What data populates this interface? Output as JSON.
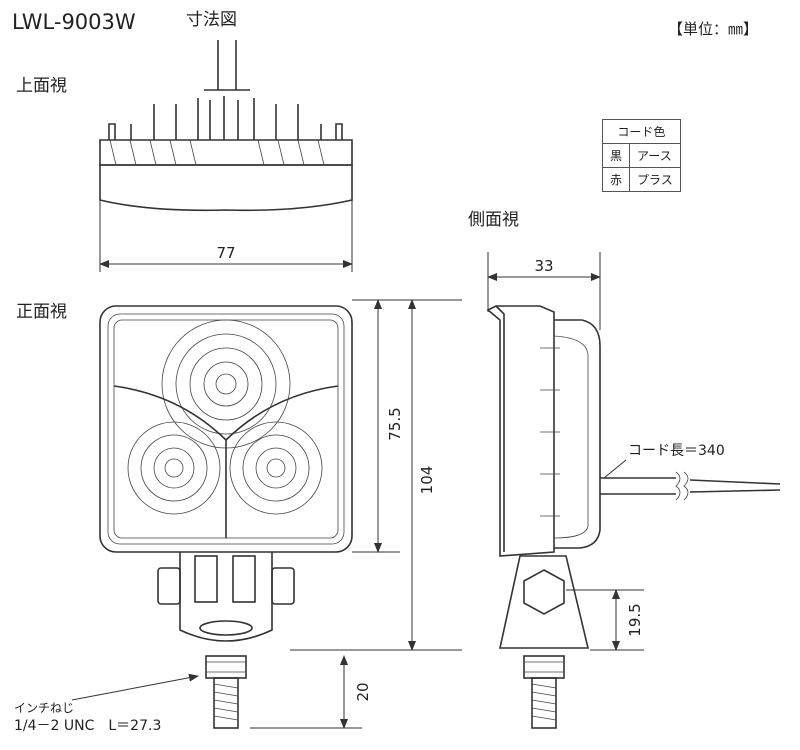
{
  "header": {
    "model": "LWL-9003W",
    "title": "寸法図",
    "unit": "【単位：㎜】"
  },
  "views": {
    "top": "上面視",
    "front": "正面視",
    "side": "側面視"
  },
  "cord_table": {
    "header": "コード色",
    "rows": [
      {
        "color": "黒",
        "use": "アース"
      },
      {
        "color": "赤",
        "use": "プラス"
      }
    ]
  },
  "dimensions": {
    "width": "77",
    "height_total": "104",
    "lens_height": "75.5",
    "depth": "33",
    "bracket_height": "19.5",
    "bolt_length": "20"
  },
  "annotations": {
    "cord_length": "コード長＝340",
    "thread_label": "インチねじ",
    "thread_spec": "1/4－2 UNC　L＝27.3"
  }
}
